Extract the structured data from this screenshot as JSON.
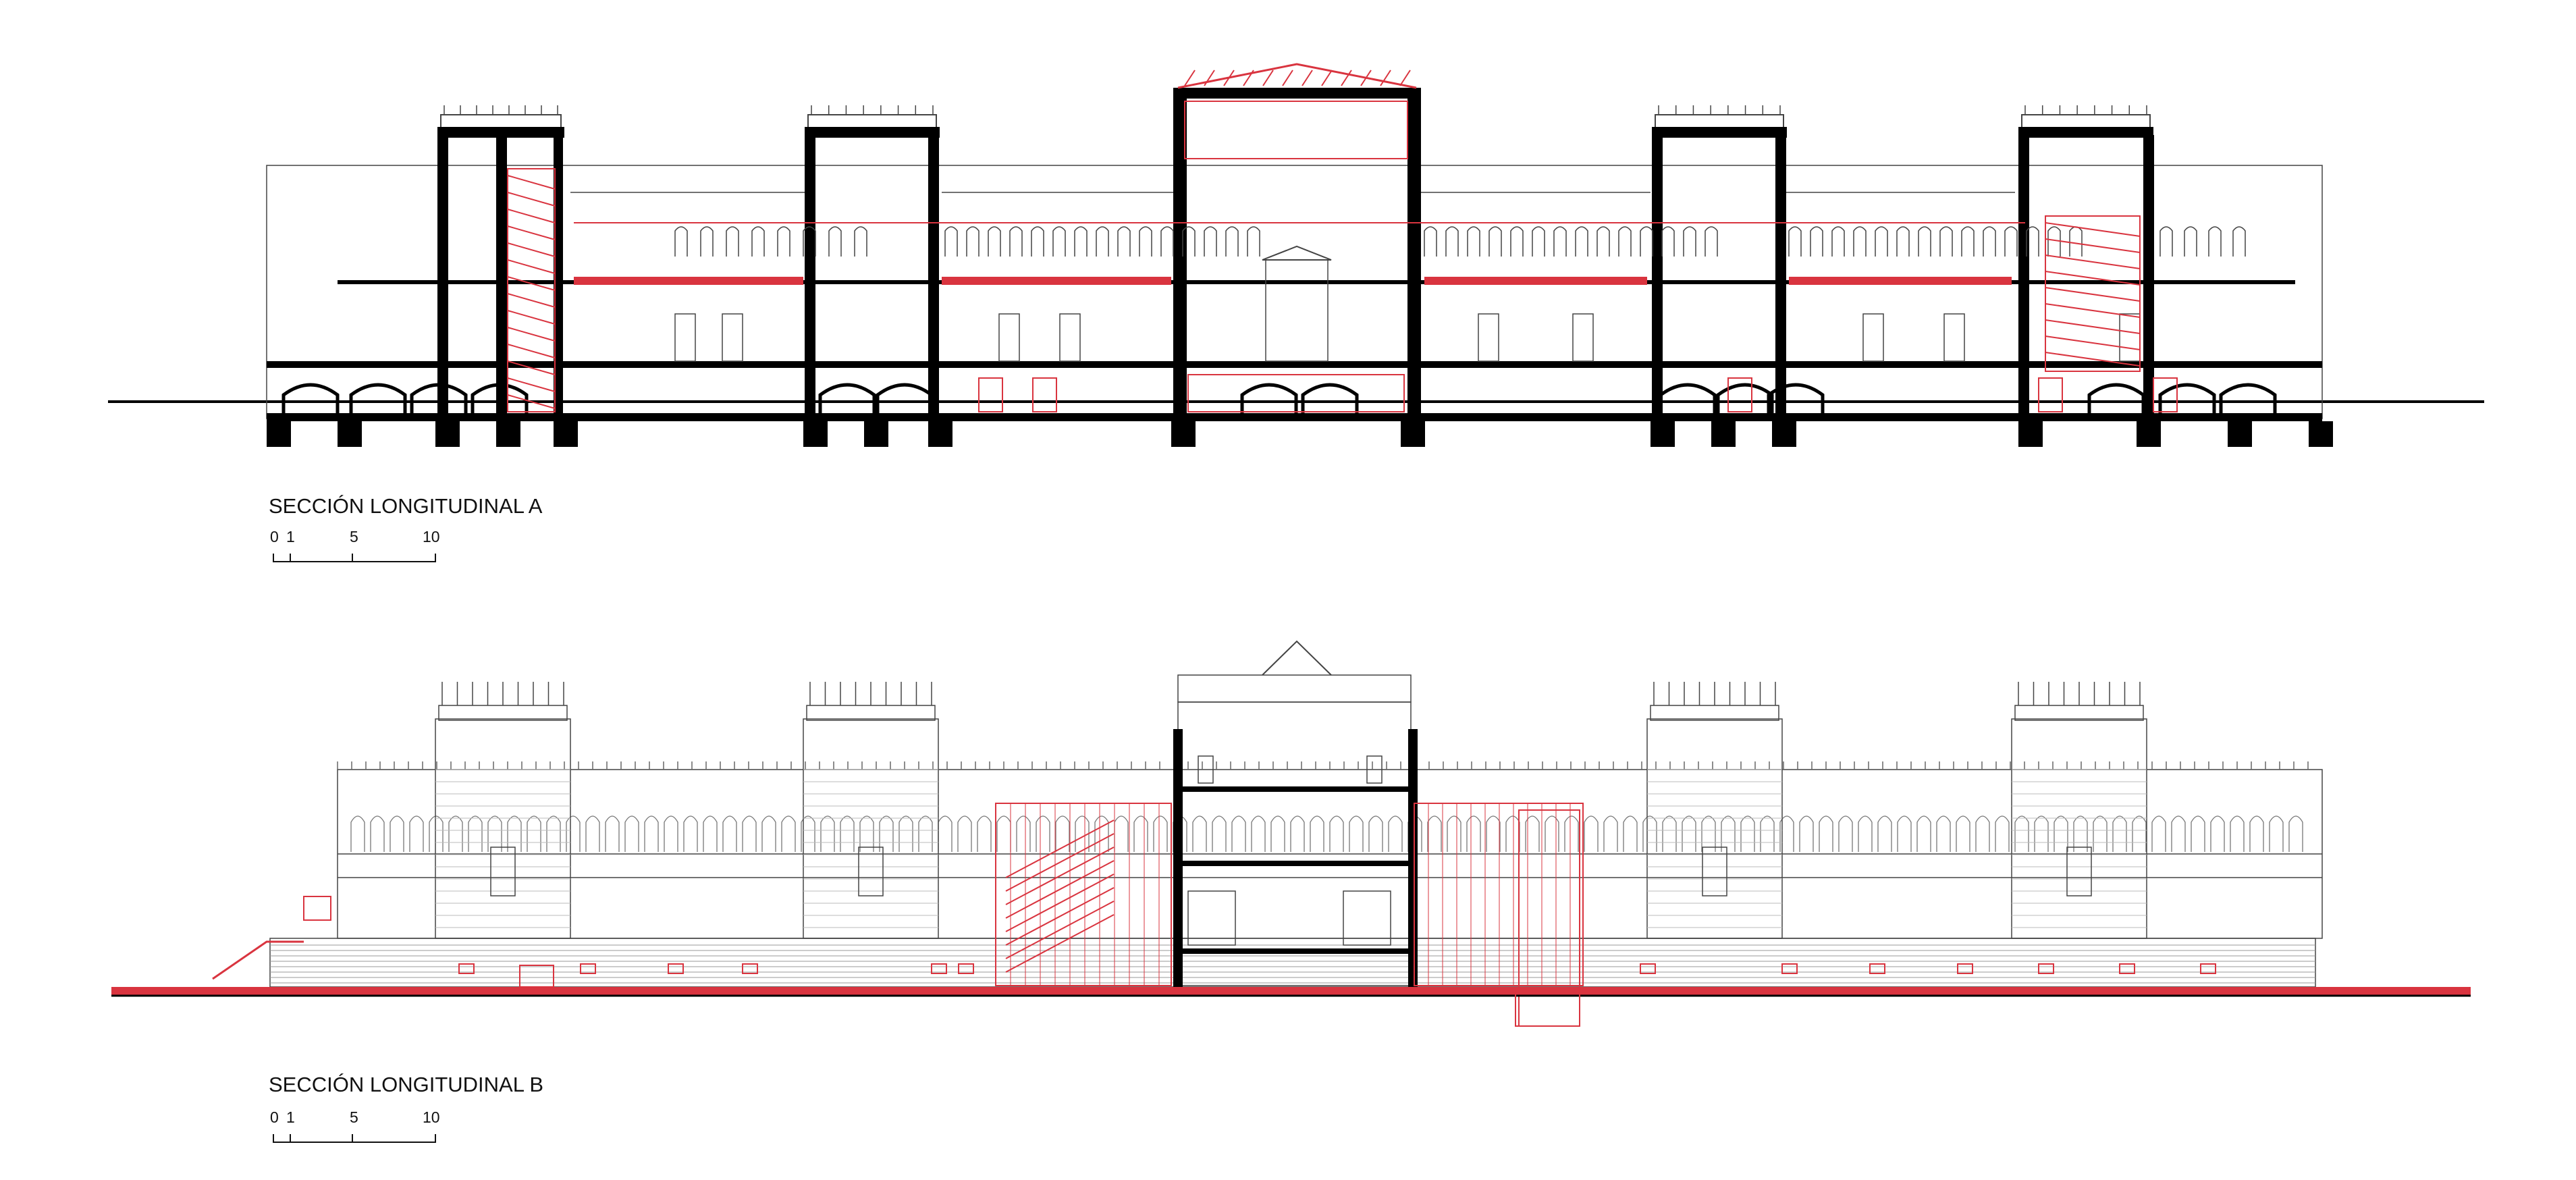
{
  "section_a": {
    "title": "SECCIÓN LONGITUDINAL A",
    "scale_labels": [
      "0",
      "1",
      "5",
      "10"
    ]
  },
  "section_b": {
    "title": "SECCIÓN LONGITUDINAL B",
    "scale_labels": [
      "0",
      "1",
      "5",
      "10"
    ]
  },
  "colors": {
    "cut": "#000000",
    "line": "#444444",
    "new_intervention": "#d9343f",
    "background": "#ffffff"
  }
}
